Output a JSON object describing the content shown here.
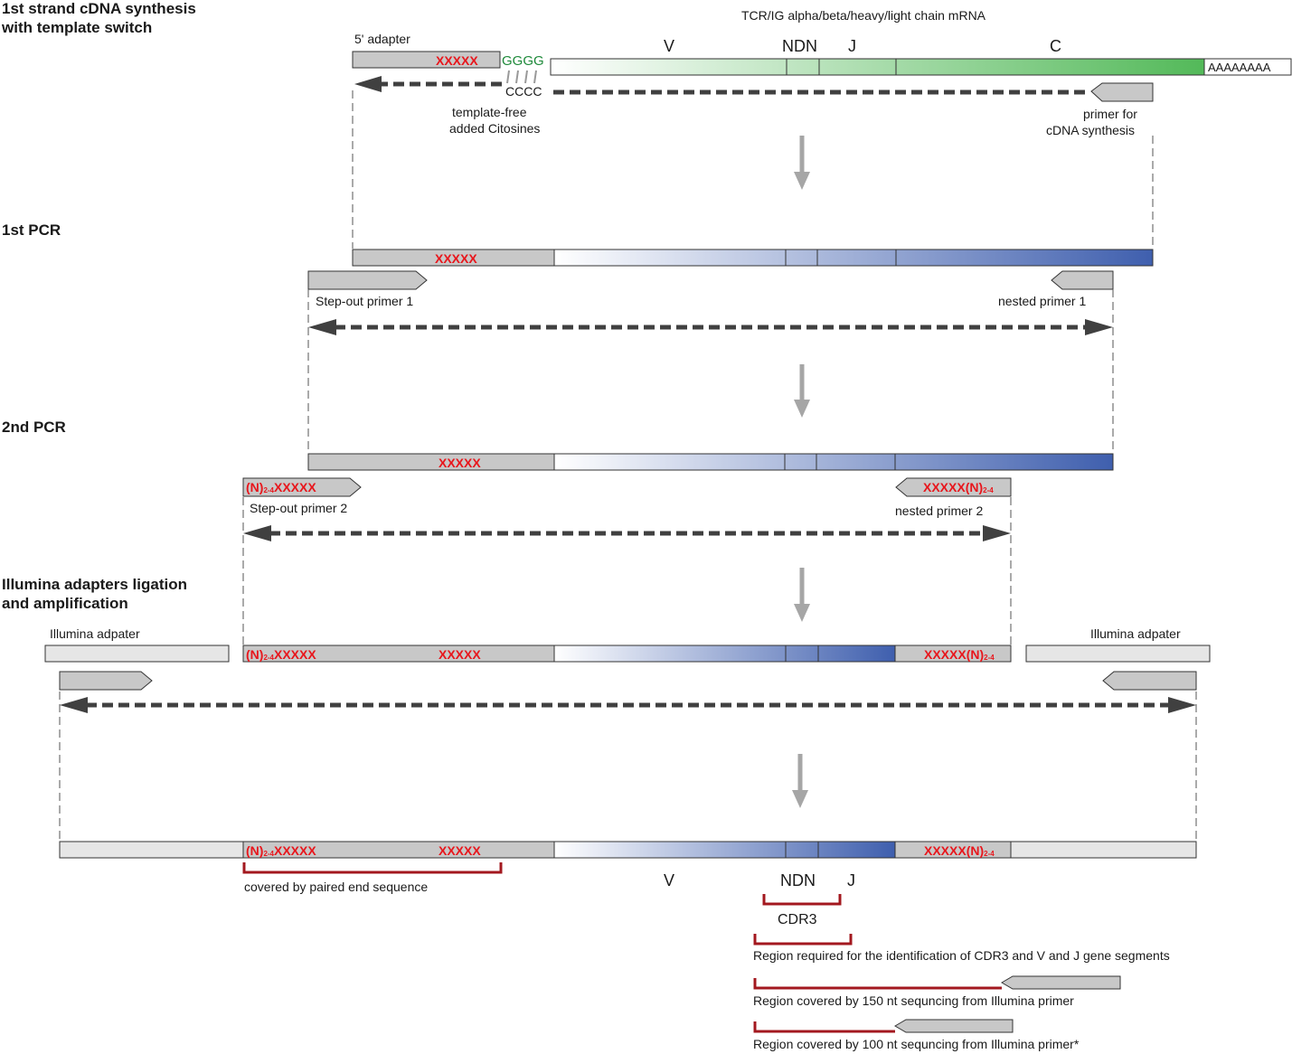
{
  "steps": {
    "s1_line1": "1st strand cDNA synthesis",
    "s1_line2": "with template switch",
    "s2": "1st PCR",
    "s3": "2nd PCR",
    "s4_line1": "Illumina adapters ligation",
    "s4_line2": "and amplification"
  },
  "mrna": {
    "title": "TCR/IG alpha/beta/heavy/light chain mRNA",
    "seg_v": "V",
    "seg_ndn": "NDN",
    "seg_j": "J",
    "seg_c": "C",
    "polya": "AAAAAAAA",
    "adapter_label": "5' adapter",
    "barcode": "XXXXX",
    "g_overhang": "GGGG",
    "c_added": "CCCC",
    "template_free_1": "template-free",
    "template_free_2": "added Citosines",
    "primer_cdna_1": "primer for",
    "primer_cdna_2": "cDNA synthesis"
  },
  "pcr1": {
    "barcode": "XXXXX",
    "stepout_label": "Step-out primer 1",
    "nested_label": "nested primer 1"
  },
  "pcr2": {
    "barcode": "XXXXX",
    "stepout_label": "Step-out primer 2",
    "nested_label": "nested primer 2",
    "primer_left_n": "(N)",
    "primer_left_sub": "2-4",
    "primer_left_x": "XXXXX",
    "primer_right_x": "XXXXX(N)",
    "primer_right_sub": "2-4"
  },
  "illumina": {
    "adapter_left": "Illumina adpater",
    "adapter_right": "Illumina adpater",
    "n_prefix": "(N)",
    "n_sub": "2-4",
    "x_after_n": "XXXXX",
    "barcode": "XXXXX",
    "right_x": "XXXXX(N)",
    "right_sub": "2-4"
  },
  "final": {
    "n_prefix": "(N)",
    "n_sub": "2-4",
    "x_after_n": "XXXXX",
    "barcode": "XXXXX",
    "right_x": "XXXXX(N)",
    "right_sub": "2-4",
    "covered_paired": "covered by paired end sequence",
    "seg_v": "V",
    "seg_ndn": "NDN",
    "seg_j": "J",
    "cdr3": "CDR3",
    "region_required": "Region required for the identification of CDR3 and V and J gene segments",
    "region_150": "Region covered by 150 nt sequncing from Illumina primer",
    "region_100": "Region covered by 100 nt sequncing from Illumina primer*"
  },
  "colors": {
    "gray_fill": "#c8c8c8",
    "light_gray_fill": "#e6e6e6",
    "dark_dash": "#404040",
    "arrow_gray": "#a6a6a6",
    "mrna_green": "#3cb043",
    "dna_blue": "#3f5fae",
    "bracket_red": "#a3181f",
    "barcode_red": "#e8161c"
  }
}
